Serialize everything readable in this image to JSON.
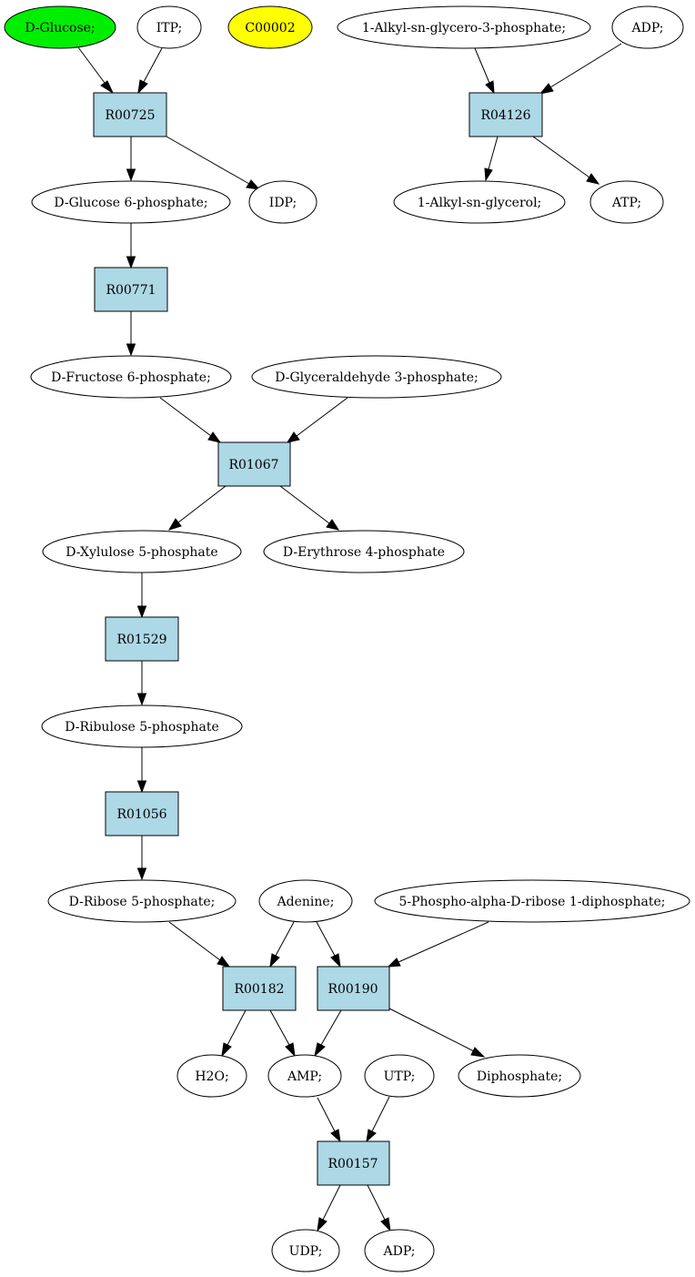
{
  "colors": {
    "reaction_fill": "#add8e6",
    "compound_fill": "#ffffff",
    "start_compound_fill": "#00ee00",
    "highlight_compound_fill": "#ffff00",
    "stroke": "#000000"
  },
  "compounds": {
    "d_glucose": "D-Glucose;",
    "itp": "ITP;",
    "c00002": "C00002",
    "alkyl_glycero_phosphate": "1-Alkyl-sn-glycero-3-phosphate;",
    "adp_top": "ADP;",
    "d_glucose_6p": "D-Glucose 6-phosphate;",
    "idp": "IDP;",
    "alkyl_glycerol": "1-Alkyl-sn-glycerol;",
    "atp": "ATP;",
    "d_fructose_6p": "D-Fructose 6-phosphate;",
    "d_glyceraldehyde_3p": "D-Glyceraldehyde 3-phosphate;",
    "d_xylulose_5p": "D-Xylulose 5-phosphate",
    "d_erythrose_4p": "D-Erythrose 4-phosphate",
    "d_ribulose_5p": "D-Ribulose 5-phosphate",
    "d_ribose_5p": "D-Ribose 5-phosphate;",
    "adenine": "Adenine;",
    "prpp": "5-Phospho-alpha-D-ribose 1-diphosphate;",
    "h2o": "H2O;",
    "amp": "AMP;",
    "utp": "UTP;",
    "diphosphate": "Diphosphate;",
    "udp": "UDP;",
    "adp_bottom": "ADP;"
  },
  "reactions": {
    "r00725": "R00725",
    "r04126": "R04126",
    "r00771": "R00771",
    "r01067": "R01067",
    "r01529": "R01529",
    "r01056": "R01056",
    "r00182": "R00182",
    "r00190": "R00190",
    "r00157": "R00157"
  }
}
